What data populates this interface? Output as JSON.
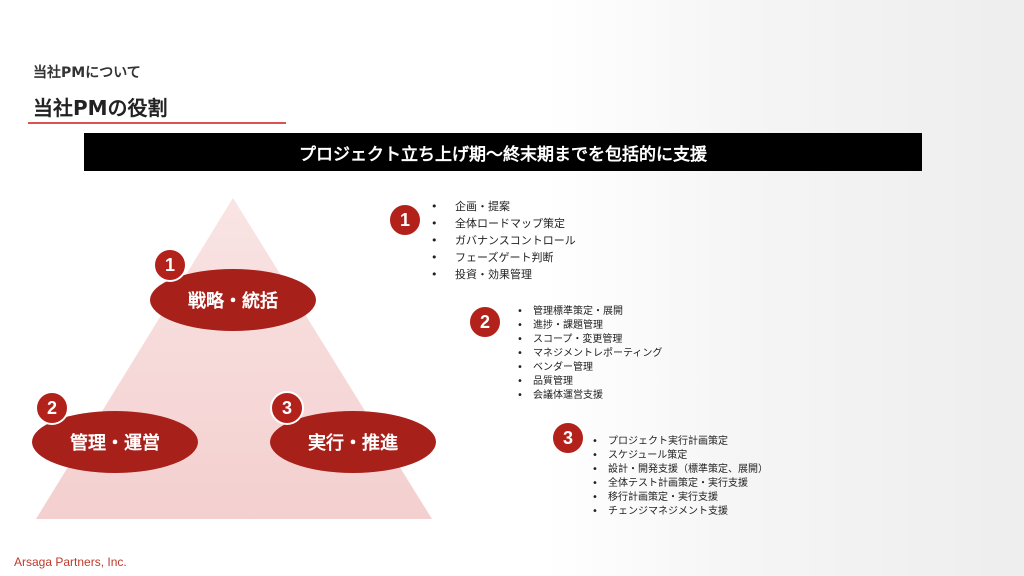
{
  "header": {
    "section": "当社PMについて",
    "title": "当社PMの役割"
  },
  "banner": "プロジェクト立ち上げ期～終末期までを包括的に支援",
  "pyramid": {
    "roles": [
      {
        "num": "1",
        "label": "戦略・統括"
      },
      {
        "num": "2",
        "label": "管理・運営"
      },
      {
        "num": "3",
        "label": "実行・推進"
      }
    ]
  },
  "lists": [
    {
      "num": "1",
      "items": [
        "企画・提案",
        "全体ロードマップ策定",
        "ガバナンスコントロール",
        "フェーズゲート判断",
        "投資・効果管理"
      ]
    },
    {
      "num": "2",
      "items": [
        "管理標準策定・展開",
        "進捗・課題管理",
        "スコープ・変更管理",
        "マネジメントレポーティング",
        "ベンダー管理",
        "品質管理",
        "会議体運営支援"
      ]
    },
    {
      "num": "3",
      "items": [
        "プロジェクト実行計画策定",
        "スケジュール策定",
        "設計・開発支援（標準策定、展開）",
        "全体テスト計画策定・実行支援",
        "移行計画策定・実行支援",
        "チェンジマネジメント支援"
      ]
    }
  ],
  "footer": "Arsaga Partners, Inc.",
  "colors": {
    "accent": "#a8201a",
    "triangle": "#f6dcdc"
  }
}
